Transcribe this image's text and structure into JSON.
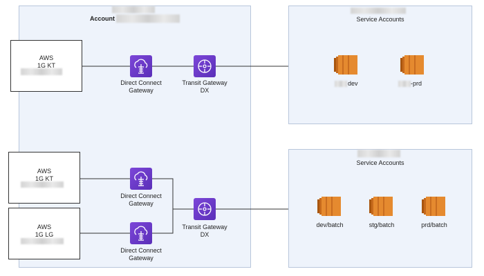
{
  "account_group": {
    "label": "Account"
  },
  "service_groups": [
    {
      "title": "Service Accounts",
      "instances": [
        "dev",
        "-prd"
      ]
    },
    {
      "title": "Service Accounts",
      "instances": [
        "dev/batch",
        "stg/batch",
        "prd/batch"
      ]
    }
  ],
  "connections": [
    {
      "line1": "AWS",
      "line2": "1G KT"
    },
    {
      "line1": "AWS",
      "line2": "1G KT"
    },
    {
      "line1": "AWS",
      "line2": "1G LG"
    }
  ],
  "dx_gateways": [
    {
      "line1": "Direct Connect",
      "line2": "Gateway"
    },
    {
      "line1": "Direct Connect",
      "line2": "Gateway"
    },
    {
      "line1": "Direct Connect",
      "line2": "Gateway"
    }
  ],
  "transit_gateways": [
    {
      "line1": "Transit Gateway",
      "line2": "DX"
    },
    {
      "line1": "Transit Gateway",
      "line2": "DX"
    }
  ],
  "colors": {
    "gateway": "#6a3bc8",
    "ec2": "#e07b27",
    "group_fill": "#eef3fb"
  },
  "icons": {
    "gateway": "direct-connect-gateway-icon",
    "transit": "transit-gateway-icon",
    "instance": "ec2-instance-icon"
  }
}
